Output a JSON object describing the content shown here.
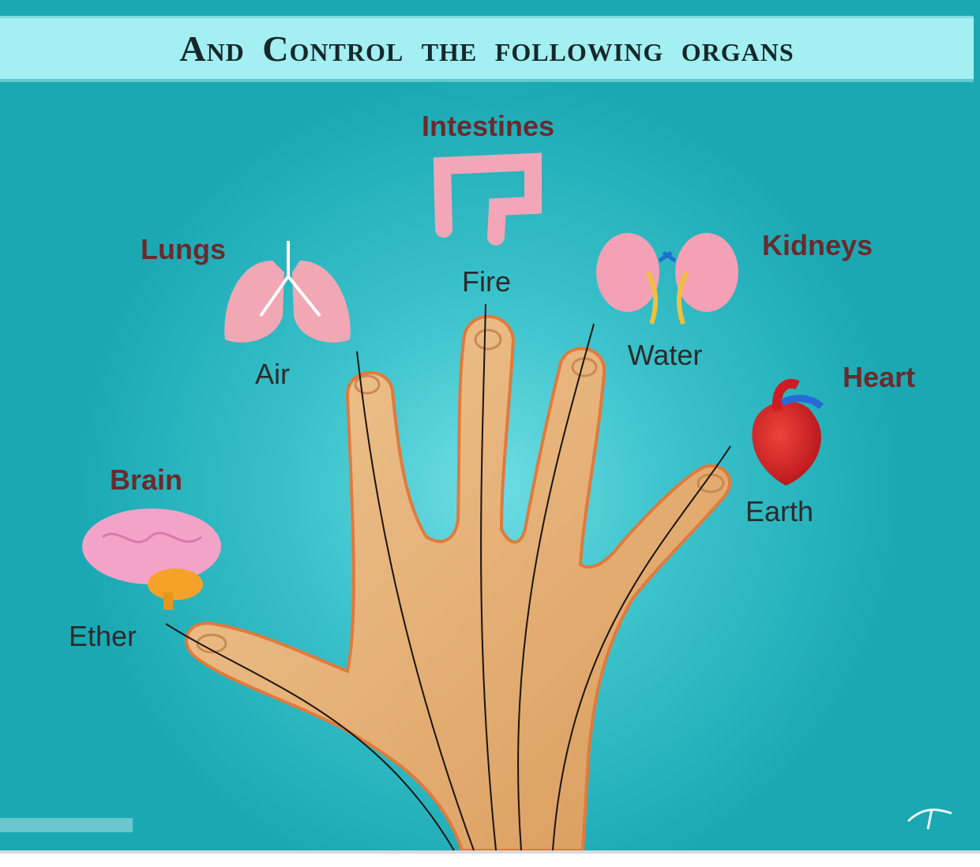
{
  "title": "And Control the following organs",
  "fingers": [
    {
      "organ": "Brain",
      "element": "Ether",
      "finger": "thumb"
    },
    {
      "organ": "Lungs",
      "element": "Air",
      "finger": "index"
    },
    {
      "organ": "Intestines",
      "element": "Fire",
      "finger": "middle"
    },
    {
      "organ": "Kidneys",
      "element": "Water",
      "finger": "ring"
    },
    {
      "organ": "Heart",
      "element": "Earth",
      "finger": "little"
    }
  ],
  "colors": {
    "background": "#2bb8c2",
    "banner": "#a3eff1",
    "organ_label": "#6b2a2c",
    "skin": "#e9b57e"
  }
}
